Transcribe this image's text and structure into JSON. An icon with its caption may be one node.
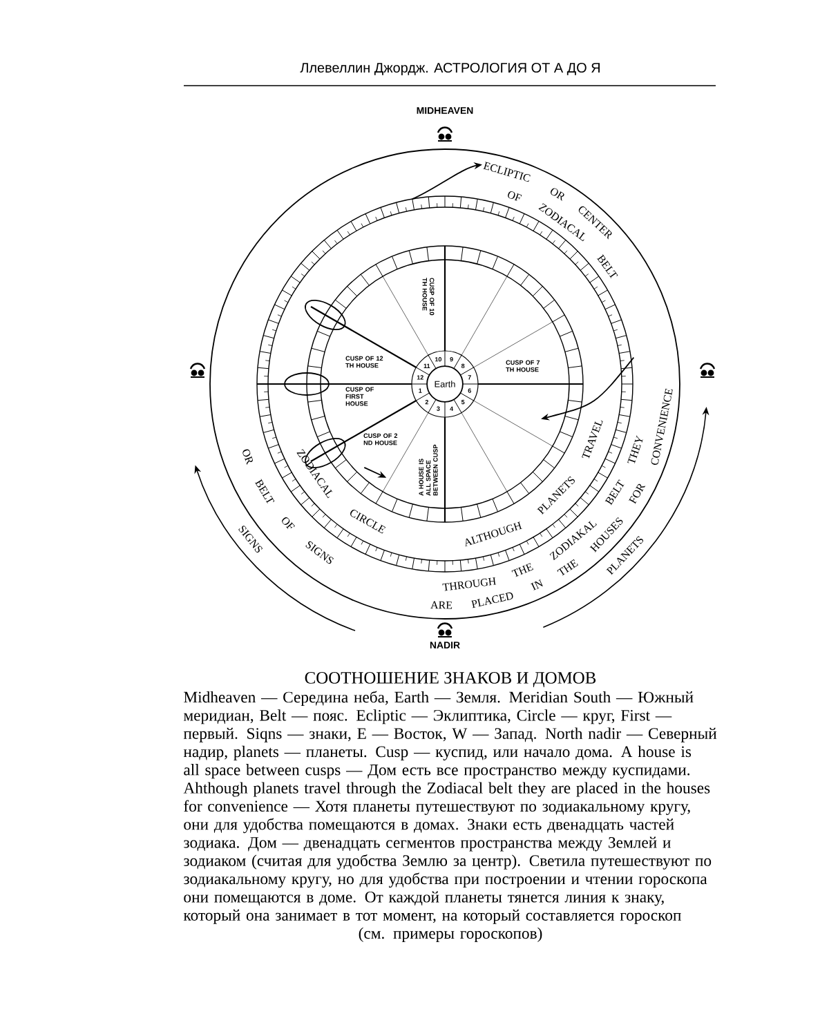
{
  "diagram": {
    "title": "СООТНОШЕНИЕ ЗНАКОВ И ДОМОВ",
    "caption": "Midheaven — Середина неба, Earth — Земля. Meridian South — Южный меридиан, Belt — пояс. Ecliptic — Эклиптика, Circle — круг, First — первый. Siqns — знаки, E — Восток, W — Запад. North nadir — Северный надир, planets — планеты. Cusp — куспид, или начало дома. A house is all space between cusps — Дом есть все пространство между куспидами. Ahthough planets travel through the Zodiacal belt they are placed in the houses for convenience — Хотя планеты путешествуют по зодиакальному кругу, они для удобства помещаются в домах. Знаки есть двенадцать частей зодиака. Дом — двенадцать сегментов пространства между Землей и зодиаком (считая для удобства Землю за центр). Светила путешествуют по зодиакальному кругу, но для удобства при построении и чтении гороскопа они помещаются в доме. От каждой планеты тянется линия к знаку, который она занимает в тот момент, на который составляется гороскоп (см. примеры гороскопов)",
    "nodes": [
      {
        "text": [
          "Earth"
        ]
      },
      {
        "text": [
          "ECLIPTIC"
        ]
      }
    ],
    "edges": [
      {
        "from": null,
        "to": 1,
        "arrow": "to"
      }
    ],
    "labels": [
      "Ллевеллин Джордж. АСТРОЛОГИЯ ОТ А ДО Я",
      "MIDHEAVEN",
      "OR",
      "CENTER",
      "OF",
      "ZODIACAL",
      "BELT",
      "CUSP OF 10 TH HOUSE",
      "CUSP OF 12 TH HOUSE",
      "CUSP OF 7 TH HOUSE",
      "CUSP OF FIRST HOUSE",
      "CUSP OF 2 ND HOUSE",
      "A HOUSE IS ALL SPACE BETWEEN CUSP",
      "1",
      "2",
      "3",
      "4",
      "5",
      "6",
      "7",
      "8",
      "9",
      "10",
      "11",
      "12",
      "ZODIACAL",
      "CIRCLE",
      "OR",
      "BELT",
      "OF",
      "SIGNS",
      "ALTHOUGH",
      "PLANETS",
      "TRAVEL",
      "THROUGH",
      "THE",
      "ZODIAKAL",
      "BELT",
      "THEY",
      "ARE",
      "PLACED",
      "IN",
      "THE",
      "HOUSES",
      "FOR",
      "CONVENIENCE",
      "PLANETS",
      "SIGNS",
      "NADIR"
    ]
  }
}
